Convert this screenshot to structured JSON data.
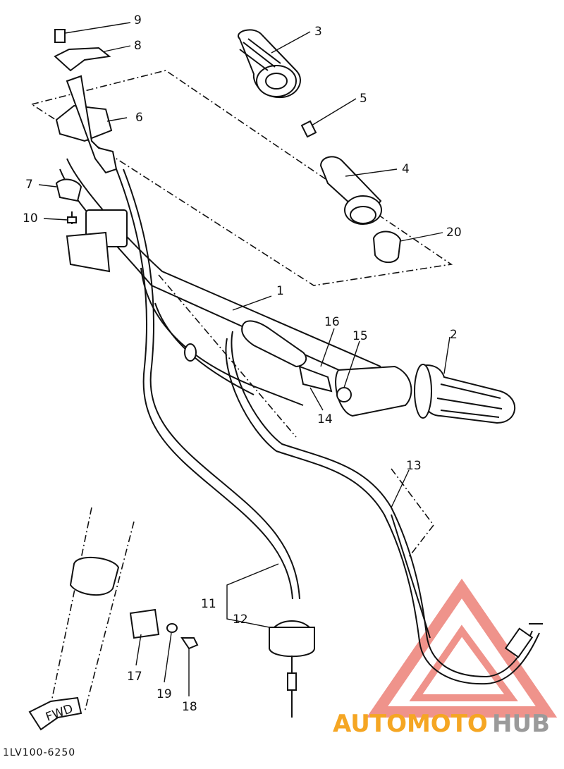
{
  "callouts": {
    "p1": "1",
    "p2": "2",
    "p3": "3",
    "p4": "4",
    "p5": "5",
    "p6": "6",
    "p7": "7",
    "p8": "8",
    "p9": "9",
    "p10": "10",
    "p11": "11",
    "p12": "12",
    "p13": "13",
    "p14": "14",
    "p15": "15",
    "p16": "16",
    "p17": "17",
    "p18": "18",
    "p19": "19",
    "p20": "20"
  },
  "fwd_label": "FWD",
  "diagram_code": "1LV100-6250",
  "watermark": {
    "part1": "AUTOMOTO",
    "part2": "HUB",
    "color_a": "#f5a623",
    "color_b": "#9a9a9a",
    "triangle_color": "#e23b2e"
  }
}
